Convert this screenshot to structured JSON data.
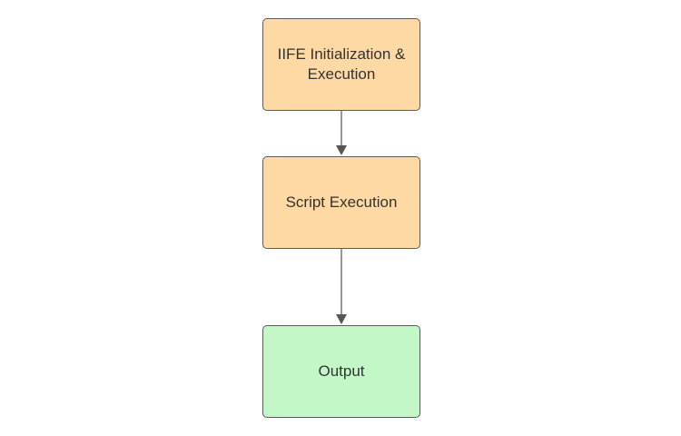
{
  "diagram": {
    "nodes": [
      {
        "label": "IIFE Initialization & Execution",
        "color": "#ffd9a3"
      },
      {
        "label": "Script Execution",
        "color": "#ffd9a3"
      },
      {
        "label": "Output",
        "color": "#c3f7c8"
      }
    ],
    "edges": [
      {
        "from": 0,
        "to": 1
      },
      {
        "from": 1,
        "to": 2
      }
    ],
    "edge_color": "#555555"
  }
}
